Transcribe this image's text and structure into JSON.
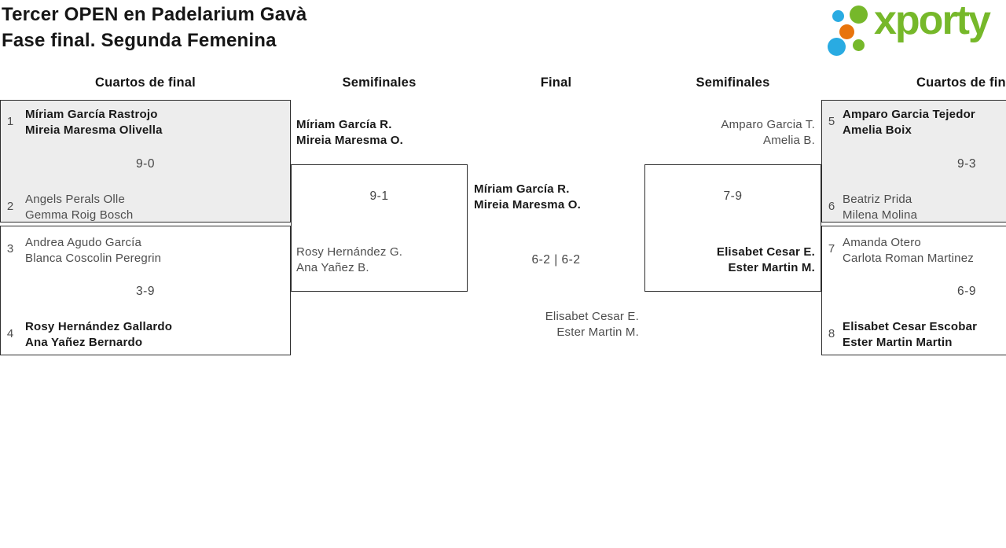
{
  "header": {
    "title_line1": "Tercer OPEN en Padelarium Gavà",
    "title_line2": "Fase final. Segunda Femenina"
  },
  "logo": {
    "text": "xporty",
    "colors": {
      "green": "#76b82a",
      "blue": "#29abe2",
      "orange": "#e8740c"
    }
  },
  "round_headers": {
    "left_quarters": "Cuartos de final",
    "left_semis": "Semifinales",
    "final": "Final",
    "right_semis": "Semifinales",
    "right_quarters": "Cuartos de final"
  },
  "bracket": {
    "qf1": {
      "seed_top": "1",
      "top": [
        "Míriam García Rastrojo",
        "Mireia Maresma Olivella"
      ],
      "score": "9-0",
      "seed_bottom": "2",
      "bottom": [
        "Angels Perals Olle",
        "Gemma Roig Bosch"
      ]
    },
    "qf2": {
      "seed_top": "3",
      "top": [
        "Andrea Agudo García",
        "Blanca Coscolin Peregrin"
      ],
      "score": "3-9",
      "seed_bottom": "4",
      "bottom": [
        "Rosy Hernández Gallardo",
        "Ana Yañez Bernardo"
      ]
    },
    "sf_left": {
      "top": [
        "Míriam García R.",
        "Mireia Maresma O."
      ],
      "score": "9-1",
      "bottom": [
        "Rosy Hernández G.",
        "Ana Yañez B."
      ]
    },
    "final": {
      "top": [
        "Míriam García R.",
        "Mireia Maresma O."
      ],
      "score": "6-2 | 6-2",
      "bottom": [
        "Elisabet Cesar E.",
        "Ester Martin M."
      ]
    },
    "sf_right": {
      "top": [
        "Amparo Garcia T.",
        "Amelia B."
      ],
      "score": "7-9",
      "bottom": [
        "Elisabet Cesar E.",
        "Ester Martin M."
      ]
    },
    "qf3": {
      "seed_top": "5",
      "top": [
        "Amparo Garcia Tejedor",
        "Amelia Boix"
      ],
      "score": "9-3",
      "seed_bottom": "6",
      "bottom": [
        "Beatriz Prida",
        "Milena Molina"
      ]
    },
    "qf4": {
      "seed_top": "7",
      "top": [
        "Amanda Otero",
        "Carlota Roman Martinez"
      ],
      "score": "6-9",
      "seed_bottom": "8",
      "bottom": [
        "Elisabet Cesar Escobar",
        "Ester Martin Martin"
      ]
    }
  }
}
